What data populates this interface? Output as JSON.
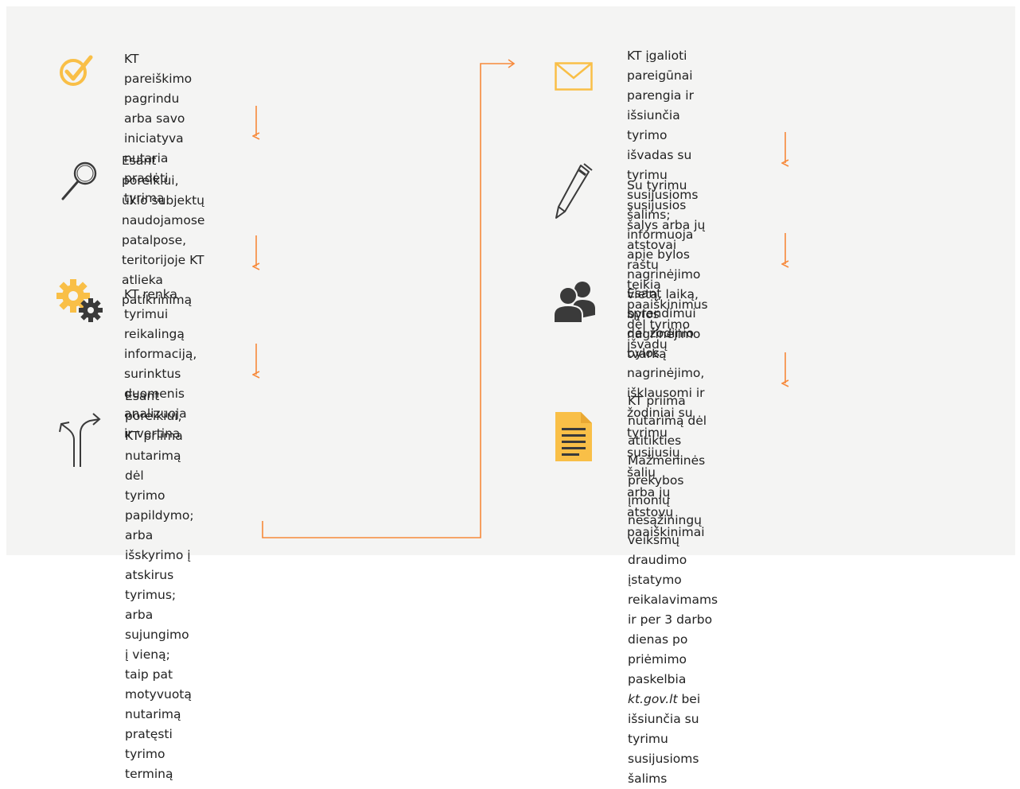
{
  "colors": {
    "background": "#f4f4f3",
    "accent": "#f7893a",
    "icon_yellow": "#f9bf47",
    "icon_dark": "#3a3a3a",
    "text": "#222222"
  },
  "left_column": [
    {
      "icon": "checkmark-circle-icon",
      "text": "KT pareiškimo pagrindu arba savo\niniciatyva nutaria pradėti tyrimą"
    },
    {
      "icon": "magnifier-icon",
      "text": "Esant poreikiui, ūkio subjektų\nnaudojamose patalpose, teritorijoje KT\natlieka patikrinimą"
    },
    {
      "icon": "gears-icon",
      "text": "KT renka tyrimui reikalingą informaciją,\nsurinktus duomenis analizuoja ir vertina"
    },
    {
      "icon": "split-arrows-icon",
      "text": "Esant poreikiui, KT priima nutarimą dėl\ntyrimo papildymo; arba išskyrimo į\natskirus tyrimus; arba sujungimo į vieną;\ntaip pat motyvuotą nutarimą pratęsti\ntyrimo terminą"
    }
  ],
  "right_column": [
    {
      "icon": "envelope-icon",
      "text": "KT įgalioti pareigūnai parengia ir išsiunčia tyrimo\nišvadas su tyrimu susijusioms šalims; informuoja\napie bylos nagrinėjimo vietą, laiką, bylos\nnagrinėjimo tvarką"
    },
    {
      "icon": "pen-icon",
      "text": "Su tyrimu susijusios šalys arba jų atstovai raštu\nteikia paaiškinimus dėl tyrimo išvadų"
    },
    {
      "icon": "people-icon",
      "text": "Esant sprendimui dėl žodinio bylos nagrinėjimo,\nišklausomi ir žodiniai su tyrimu susijusių šalių\narba jų atstovų paaiškinimai"
    },
    {
      "icon": "document-icon",
      "text_before": "KT priima nutarimą dėl atitikties Mažmeninės\nprekybos įmonių nesąžiningų veiksmų draudimo\nįstatymo reikalavimams ir per 3 darbo dienas po\npriėmimo paskelbia ",
      "link": "kt.gov.lt",
      "text_after": " bei išsiunčia su\ntyrimu susijusioms šalims"
    }
  ]
}
